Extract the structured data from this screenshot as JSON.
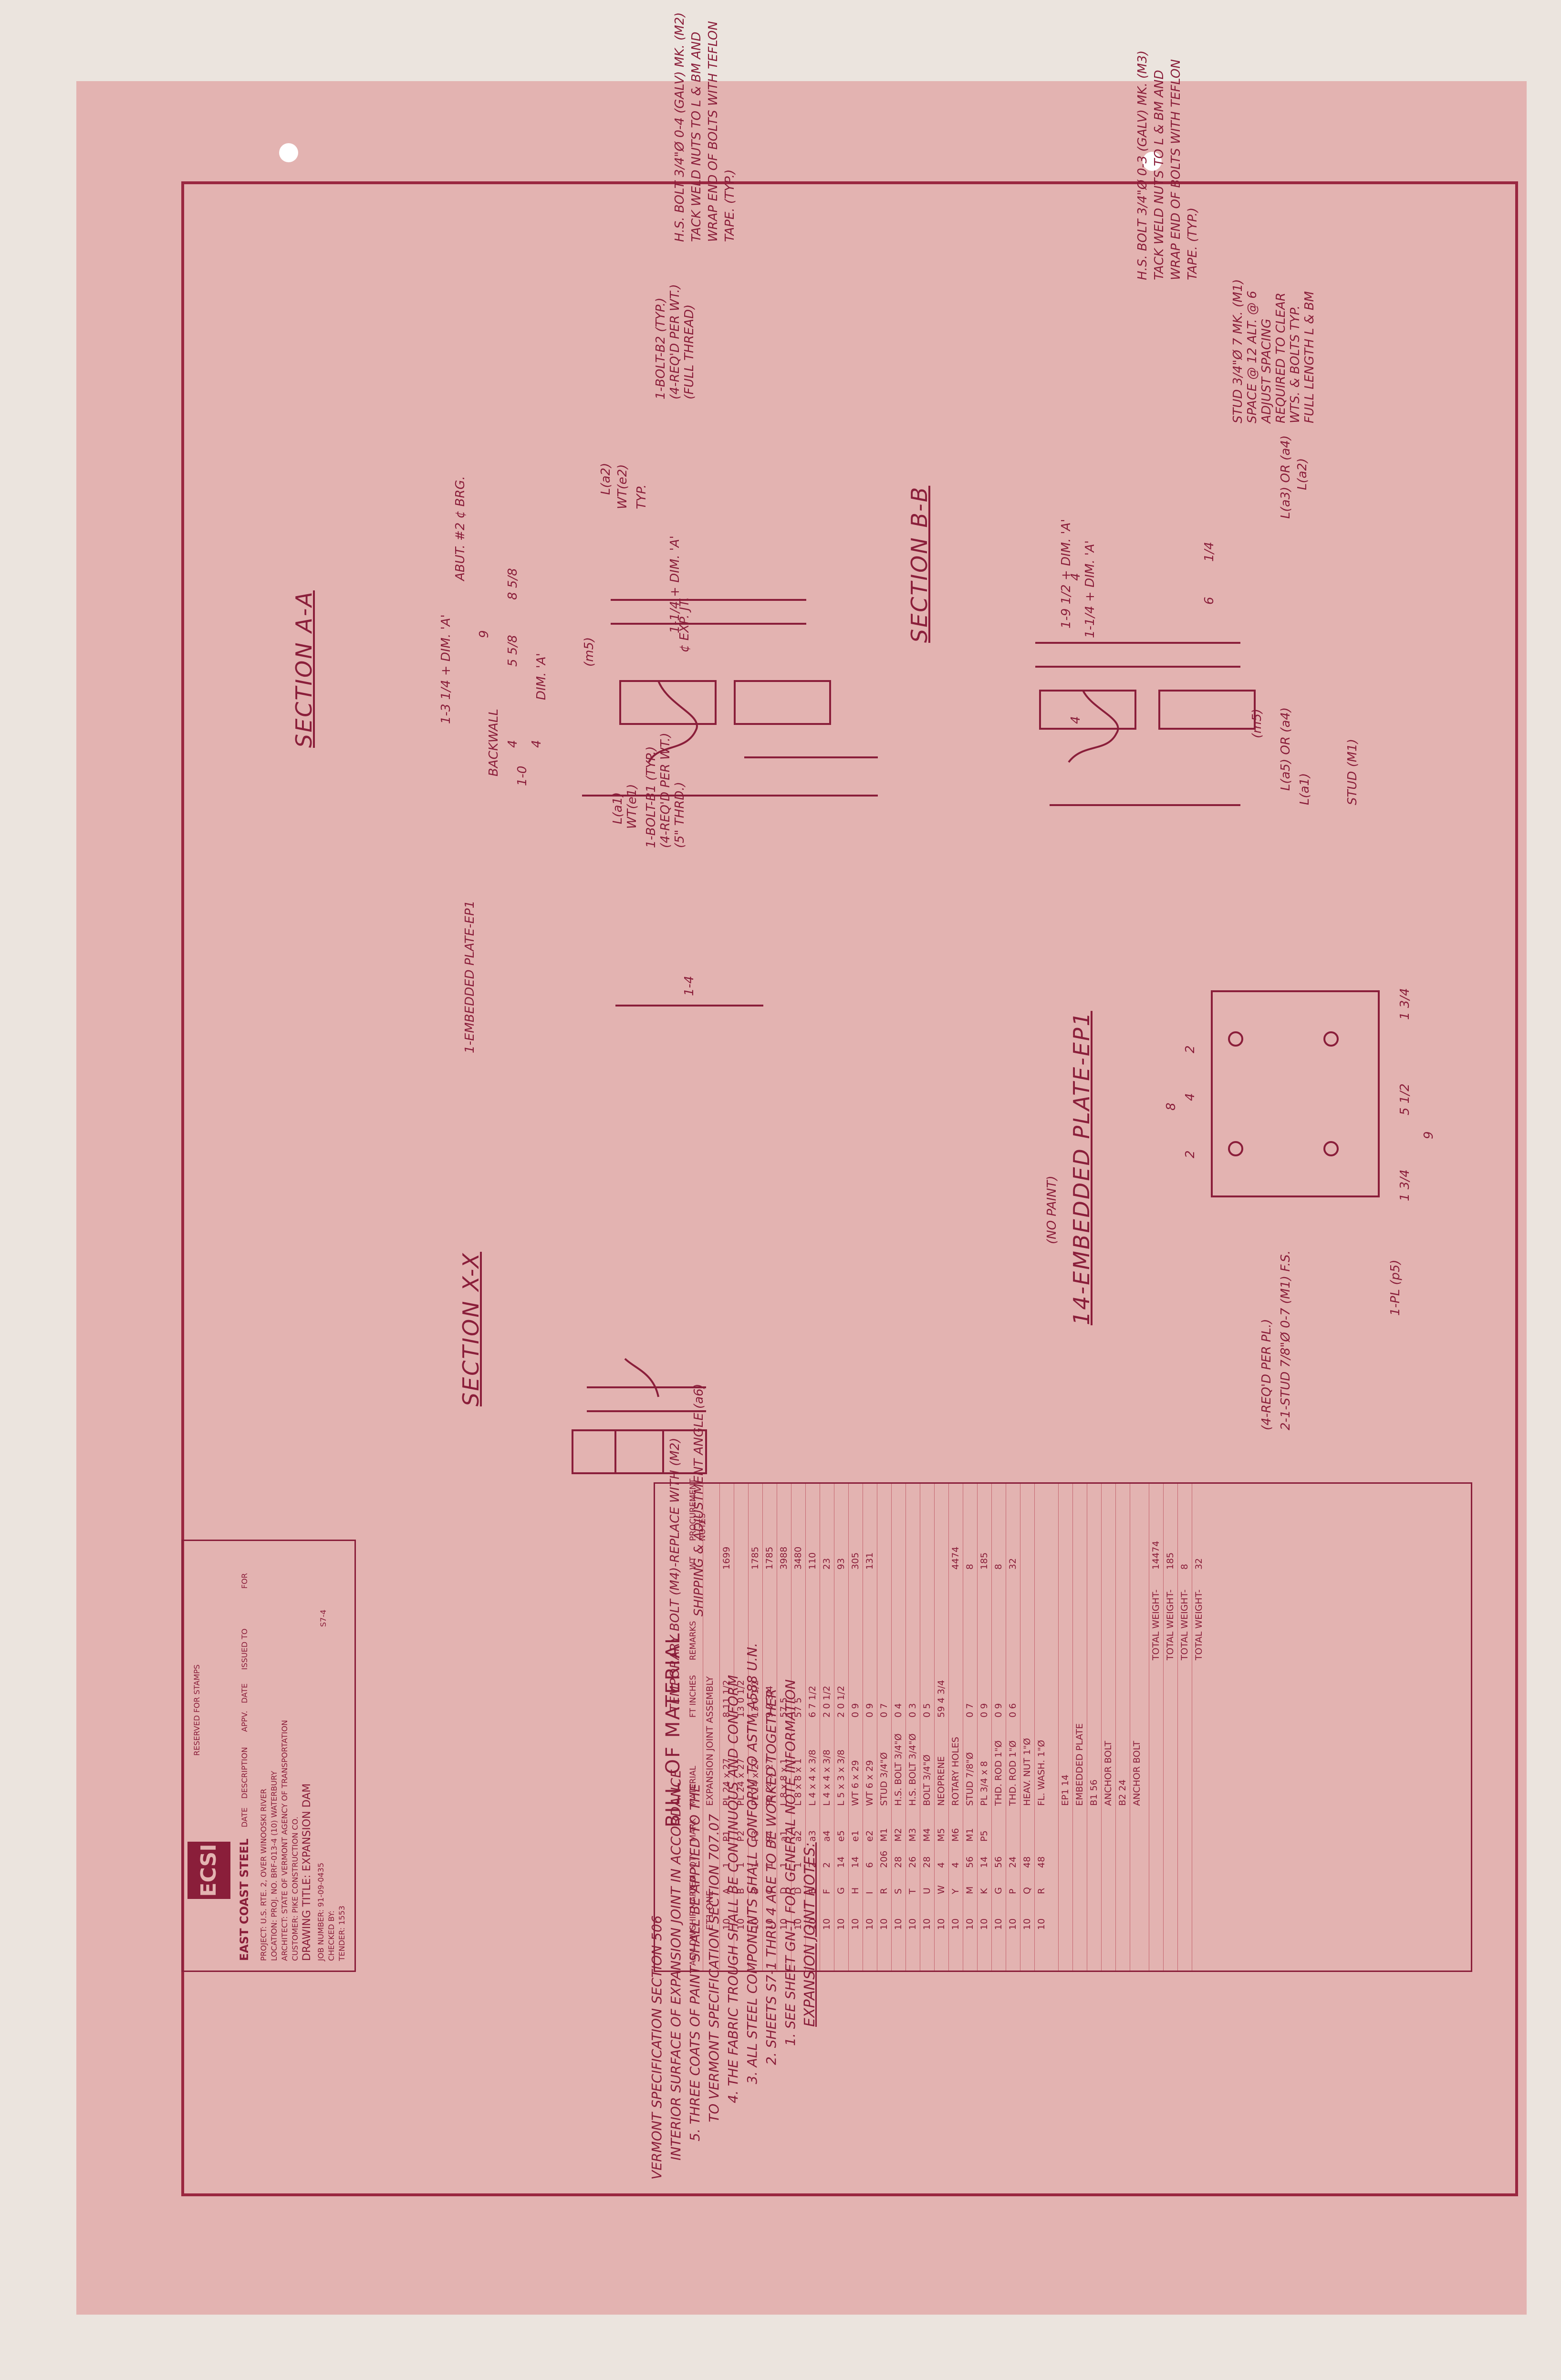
{
  "sheet": {
    "number": "S7-4"
  },
  "section_bb": {
    "title": "SECTION B-B",
    "notes": [
      "H.S. BOLT 3/4\"Ø 0-3 (GALV) MK. (M3)",
      "TACK WELD NUTS TO L & BM AND",
      "WRAP END OF BOLTS WITH TEFLON",
      "TAPE. (TYP.)"
    ],
    "stud_note": [
      "STUD 3/4\"Ø 7 MK. (M1)",
      "SPACE @ 12 ALT. @ 6",
      "ADJUST SPACING",
      "REQUIRED TO CLEAR",
      "WTS. & BOLTS TYP.",
      "FULL LENGTH L & BM"
    ],
    "labels": [
      "L(a3) OR (a4)",
      "L(a2)",
      "L(a5) OR (a4)",
      "L(a1)",
      "STUD (M1)",
      "(m5)"
    ],
    "dims": [
      "1-9 1/2 + DIM. 'A'",
      "4",
      "1-1/4 + DIM. 'A'",
      "4",
      "6",
      "1/4"
    ]
  },
  "section_aa": {
    "title": "SECTION A-A",
    "notes": [
      "H.S. BOLT 3/4\"Ø 0-4 (GALV) MK. (M2)",
      "TACK WELD NUTS TO L & BM AND",
      "WRAP END OF BOLTS WITH TEFLON",
      "TAPE. (TYP.)"
    ],
    "bolt_note": [
      "1-BOLT-B2 (TYP.)",
      "(4-REQ'D PER WT.)",
      "(FULL THREAD)"
    ],
    "labels": [
      "L(a2)",
      "WT(e2)",
      "TYP.",
      "L(a1)",
      "WT(e1)",
      "1-BOLT-B1 (TYP.)",
      "(4-REQ'D PER WT.)",
      "(5\" THRD.)",
      "1-EMBEDDED PLATE-EP1",
      "BACKWALL",
      "(m5)"
    ],
    "dims": [
      "1-1/4 + DIM. 'A'",
      "¢ EXP. JT.",
      "ABUT. #2 ¢ BRG.",
      "9",
      "1-3 1/4 + DIM. 'A'",
      "5 5/8",
      "8 5/8",
      "DIM. 'A'",
      "4",
      "4",
      "1-0",
      "1-4"
    ]
  },
  "embedded_plate": {
    "title": "14-EMBEDDED PLATE-EP1",
    "subtitle": "(NO PAINT)",
    "labels": [
      "1-PL (p5)",
      "2-1-STUD 7/8\"Ø 0-7 (M1) F.S.",
      "(4-REQ'D PER PL.)"
    ],
    "dims": [
      "9",
      "1 3/4",
      "5 1/2",
      "1 3/4",
      "8",
      "2",
      "4",
      "2"
    ]
  },
  "section_xx": {
    "title": "SECTION X-X",
    "notes": [
      "SHIPPING & ADJUSTMENT ANGLE (a6)",
      "TEMPORARY BOLT (M4)-REPLACE WITH (M2)"
    ]
  },
  "bom": {
    "title": "BILL OF MATERIAL",
    "headers": [
      "ASM DWG",
      "SHIP MARK",
      "ITEM",
      "QTY",
      "MARK",
      "MATERIAL",
      "FT INCHES",
      "REMARKS",
      "WT",
      "PROCUREMENT NOTES"
    ],
    "assembly": {
      "mark": "ET1 ONE",
      "description": "EXPANSION JOINT ASSEMBLY"
    },
    "rows": [
      {
        "ship": "10",
        "item": "A",
        "qty": "1",
        "mark": "P1",
        "material": "PL 24 x 27",
        "length": "8 11 1/2",
        "wt": "1699"
      },
      {
        "ship": "10",
        "item": "B",
        "qty": "1",
        "mark": "P2",
        "material": "PL 24 x 27",
        "length": "13 0 1/2",
        "wt": ""
      },
      {
        "ship": "10",
        "item": "B",
        "qty": "1",
        "mark": "P3",
        "material": "PL 24 x 27",
        "length": "13 0 1/2",
        "wt": "1785"
      },
      {
        "ship": "10",
        "item": "C",
        "qty": "1",
        "mark": "P4",
        "material": "PL 24 x 27",
        "length": "9 2 3/4",
        "wt": "1785"
      },
      {
        "ship": "10",
        "item": "D",
        "qty": "1",
        "mark": "a1",
        "material": "L 8 x 8 x 1",
        "length": "57 5",
        "wt": "3988"
      },
      {
        "ship": "10",
        "item": "D",
        "qty": "1",
        "mark": "a2",
        "material": "L 8 x 8 x 1",
        "length": "57 5",
        "wt": "3480"
      },
      {
        "ship": "10",
        "item": "E",
        "qty": "2",
        "mark": "a3",
        "material": "L 4 x 4 x 3/8",
        "length": "6 7 1/2",
        "wt": "110"
      },
      {
        "ship": "10",
        "item": "F",
        "qty": "2",
        "mark": "a4",
        "material": "L 4 x 4 x 3/8",
        "length": "2 0 1/2",
        "wt": "23"
      },
      {
        "ship": "10",
        "item": "G",
        "qty": "14",
        "mark": "e5",
        "material": "L 5 x 3 x 3/8",
        "length": "2 0 1/2",
        "wt": "93"
      },
      {
        "ship": "10",
        "item": "H",
        "qty": "14",
        "mark": "e1",
        "material": "WT 6 x 29",
        "length": "0 9",
        "wt": "305"
      },
      {
        "ship": "10",
        "item": "I",
        "qty": "6",
        "mark": "e2",
        "material": "WT 6 x 29",
        "length": "0 9",
        "wt": "131"
      },
      {
        "ship": "10",
        "item": "R",
        "qty": "206",
        "mark": "M1",
        "material": "STUD 3/4\"Ø",
        "length": "0 7",
        "wt": ""
      },
      {
        "ship": "10",
        "item": "S",
        "qty": "28",
        "mark": "M2",
        "material": "H.S. BOLT 3/4\"Ø",
        "length": "0 4",
        "wt": ""
      },
      {
        "ship": "10",
        "item": "T",
        "qty": "26",
        "mark": "M3",
        "material": "H.S. BOLT 3/4\"Ø",
        "length": "0 3",
        "wt": ""
      },
      {
        "ship": "10",
        "item": "U",
        "qty": "28",
        "mark": "M4",
        "material": "BOLT 3/4\"Ø",
        "length": "0 5",
        "wt": ""
      },
      {
        "ship": "10",
        "item": "W",
        "qty": "4",
        "mark": "M5",
        "material": "NEOPRENE",
        "length": "59 4 3/4",
        "wt": ""
      },
      {
        "ship": "10",
        "item": "Y",
        "qty": "4",
        "mark": "M6",
        "material": "ROTARY HOLES",
        "length": "",
        "wt": "4474"
      },
      {
        "ship": "10",
        "item": "M",
        "qty": "56",
        "mark": "M1",
        "material": "STUD 7/8\"Ø",
        "length": "0 7",
        "wt": "8"
      },
      {
        "ship": "10",
        "item": "K",
        "qty": "14",
        "mark": "P5",
        "material": "PL 3/4 x 8",
        "length": "0 9",
        "wt": "185"
      },
      {
        "ship": "10",
        "item": "G",
        "qty": "56",
        "mark": "",
        "material": "THD. ROD 1\"Ø",
        "length": "0 9",
        "wt": "8"
      },
      {
        "ship": "10",
        "item": "P",
        "qty": "24",
        "mark": "",
        "material": "THD. ROD 1\"Ø",
        "length": "0 6",
        "wt": "32"
      },
      {
        "ship": "10",
        "item": "Q",
        "qty": "48",
        "mark": "",
        "material": "HEAV. NUT 1\"Ø",
        "length": "",
        "wt": ""
      },
      {
        "ship": "10",
        "item": "R",
        "qty": "48",
        "mark": "",
        "material": "FL. WASH. 1\"Ø",
        "length": "",
        "wt": ""
      }
    ],
    "group_labels": [
      "EP1 14",
      "EMBEDDED PLATE",
      "B1 56",
      "ANCHOR BOLT",
      "B2 24",
      "ANCHOR BOLT"
    ],
    "totals": [
      "TOTAL WEIGHT-",
      "TOTAL WEIGHT-",
      "TOTAL WEIGHT-",
      "TOTAL WEIGHT-"
    ],
    "total_values": [
      "14474",
      "185",
      "8",
      "32"
    ]
  },
  "notes": {
    "title": "EXPANSION JOINT NOTES:",
    "items": [
      "1. SEE SHEET GN-1 FOR GENERAL NOTE INFORMATION",
      "2. SHEETS S7-1 THRU 4 ARE TO BE WORKED TOGETHER",
      "3. ALL STEEL COMPONENTS SHALL CONFORM TO ASTM A588 U.N.",
      "4. THE FABRIC TROUGH SHALL BE CONTINUOUS AND CONFORM",
      "   TO VERMONT SPECIFICATION SECTION 707.07",
      "5. THREE COATS OF PAINT SHALL BE APPLIED TO THE",
      "   INTERIOR SURFACE OF EXPANSION JOINT IN ACCORDANCE",
      "   VERMONT SPECIFICATION SECTION 506"
    ]
  },
  "title_block": {
    "logo": "ECSI",
    "company": "EAST COAST STEEL",
    "project_lines": [
      "PROJECT: U.S. RTE. 2, OVER WINOOSKI RIVER",
      "LOCATION: PROJ. NO. BRF-013-4 (10) WATERBURY",
      "ARCHITECT: STATE OF VERMONT AGENCY OF TRANSPORTATION",
      "CUSTOMER: PIKE CONSTRUCTION CO.",
      "DRAWING TITLE: EXPANSION DAM",
      "JOB NUMBER: 91-09-0435",
      "CHECKED BY:",
      "TENDER: 1553"
    ],
    "reserved": "RESERVED FOR STAMPS",
    "rev_headers": [
      "DATE",
      "DESCRIPTION",
      "APPV.",
      "DATE",
      "ISSUED TO",
      "FOR"
    ]
  },
  "colors": {
    "sheet": "#e3b3b1",
    "ink": "#8a1e3a",
    "background": "#ebe4de"
  }
}
